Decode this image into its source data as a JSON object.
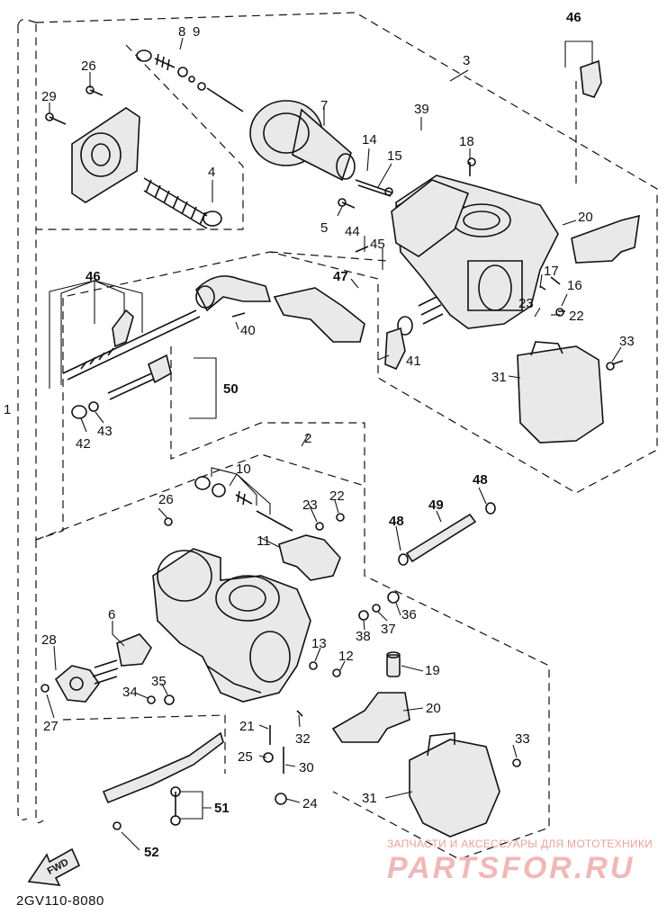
{
  "diagram": {
    "catalog_code": "2GV110-8080",
    "fwd_label": "FWD",
    "watermark": {
      "caption": "ЗАПЧАСТИ И АКСЕССУАРЫ ДЛЯ МОТОТЕХНИКИ",
      "logo": "PARTSFOR.RU"
    },
    "labels": [
      "1",
      "2",
      "3",
      "4",
      "5",
      "6",
      "7",
      "8",
      "9",
      "10",
      "11",
      "12",
      "13",
      "14",
      "15",
      "16",
      "17",
      "18",
      "19",
      "20",
      "21",
      "22",
      "23",
      "24",
      "25",
      "26",
      "27",
      "28",
      "29",
      "30",
      "31",
      "32",
      "33",
      "34",
      "35",
      "36",
      "37",
      "38",
      "39",
      "40",
      "41",
      "42",
      "43",
      "44",
      "45",
      "46",
      "47",
      "48",
      "49",
      "50",
      "51",
      "52"
    ],
    "bold_labels": [
      "46",
      "47",
      "48",
      "49",
      "50",
      "51",
      "52"
    ]
  }
}
